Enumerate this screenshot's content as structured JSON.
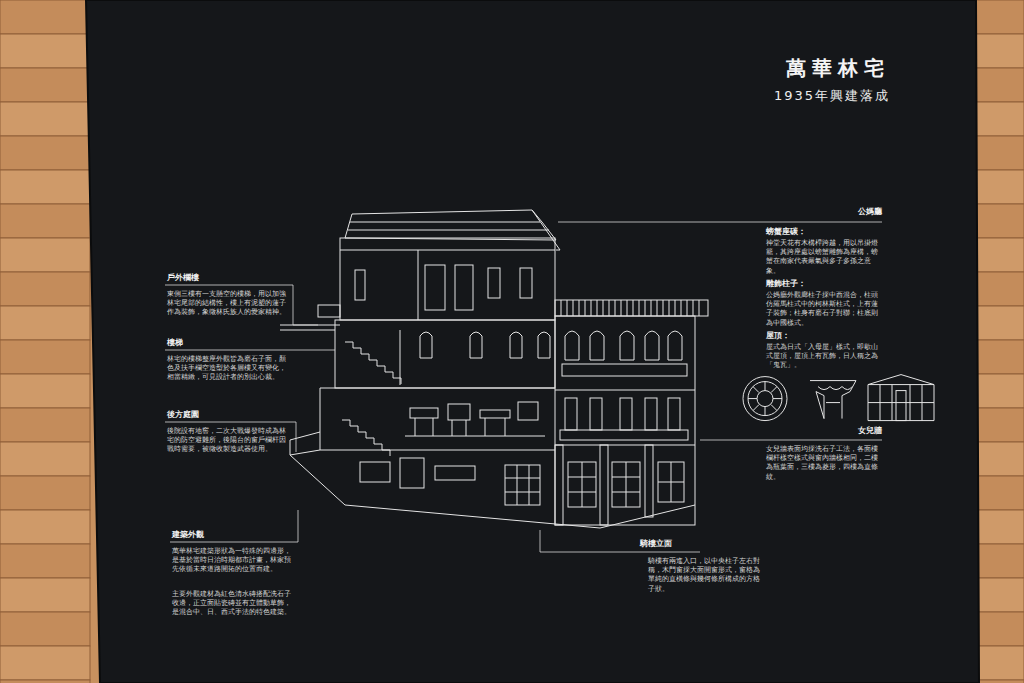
{
  "diagram": {
    "title": "萬華林宅",
    "labels": [
      "1935年興建落成",
      "戶外欄樓",
      "東側三樓有一支懸空的樓梯，用以加強林宅尾部的結構性，樓上有泥塑的蓮子作為裝飾，象徵林氏族人的愛家精神。",
      "樓梯",
      "林宅的樓梯整座外觀皆為磨石子面，顏色及扶手欄空造型於各層樓又有變化，相當精緻，可見設計者的別出心裁。",
      "後方庭園",
      "後院設有地窖，二次大戰爆發時成為林宅的防空避難所，後陽台的窗戶欄杆因戰時需要，被徵收製造武器使用。",
      "建築外觀",
      "萬華林宅建築形狀為一特殊的四邊形，是基於當時日治時期都市計畫，林家預先依循未來道路開拓的位置而建。",
      "主要外觀建材為紅色清水磚搭配洗石子收邊，正立面貼瓷磚並有立體動草飾，是混合中、日、西式手法的特色建築。",
      "公媽廳",
      "螃蟹座碳：",
      "神堂天花有木構桿跨越，用以吊掛燈籠，其跨座處以螃蟹雕飾為座構，螃蟹在南家代表嚴氣與多子多孫之意象。",
      "雕飾柱子：",
      "公媽廳外觀廊柱子採中西混合，柱頭仿羅馬柱式中的柯林斯柱式，上有蓮子裝飾；柱身有磨石子對聯；柱底則為中國樣式。",
      "屋頂：",
      "屋式為日式「入母屋」樣式，即歇山式屋頂，屋頂上有瓦飾，日人稱之為「鬼瓦」。",
      "女兒牆",
      "女兒牆表面均採洗石子工法，各面樓欄杆樣空樣式與窗內牆樣相同，二樓為瓶葉面，三樓為菱形，四樓為直條紋。",
      "騎樓立面",
      "騎樓有兩進入口，以中央柱子左右對稱，木門窗採大面開窗形式，窗格為單純的直橫條與幾何條所構成的方格子狀。"
    ]
  }
}
